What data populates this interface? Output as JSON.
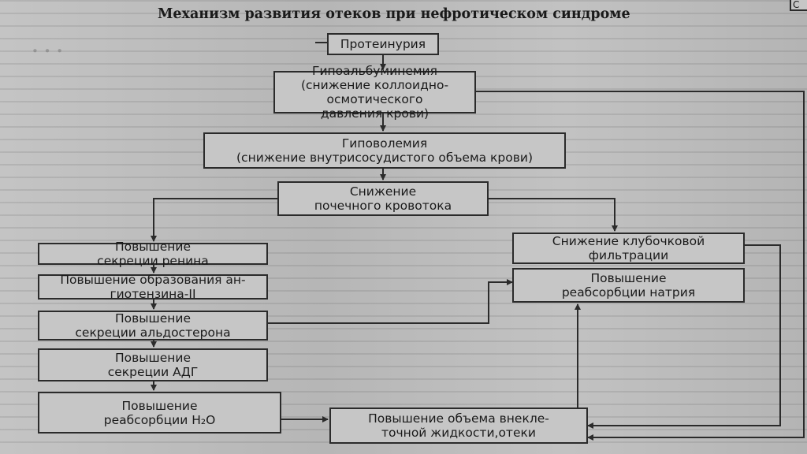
{
  "title": "Механизм развития отеков при нефротическом синдроме",
  "corner_label": "С",
  "boxes": {
    "proteinuria": "Протеинурия",
    "hypoalbuminemia": "Гипоальбуминемия\n(снижение коллоидно-осмотического\nдавления крови)",
    "hypovolemia": "Гиповолемия\n(снижение внутрисосудистого объема крови)",
    "renal_flow": "Снижение\nпочечного кровотока",
    "renin": "Повышение\nсекреции ренина",
    "angiotensin": "Повышение образования ан-\nгиотензина-II",
    "aldosterone": "Повышение\nсекреции альдостерона",
    "adh": "Повышение\nсекреции АДГ",
    "water_reabsorption": "Повышение\nреабсорбции H₂O",
    "extracellular": "Повышение объема внекле-\nточной жидкости,отеки",
    "glomerular": "Снижение клубочковой\nфильтрации",
    "sodium": "Повышение\nреабсорбции натрия"
  },
  "colors": {
    "line": "#2b2b2b",
    "box_fill": "#c6c6c6",
    "background": "#bcbcbc"
  }
}
